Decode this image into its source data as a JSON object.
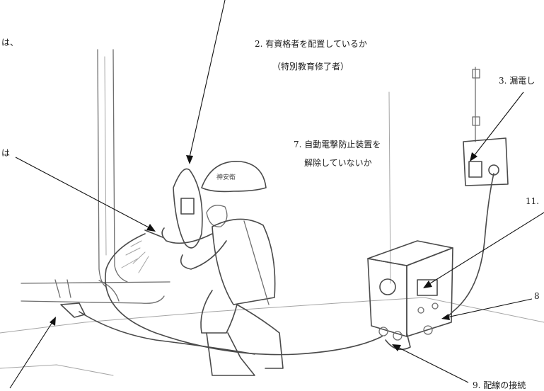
{
  "labels": {
    "cut_top_left": "は、",
    "cut_left_mid": "は",
    "item2_line1": "2. 有資格者を配置しているか",
    "item2_line2": "（特別教育修了者）",
    "item3": "3. 漏電し",
    "item7_line1": "7. 自動電撃防止装置を",
    "item7_line2": "解除していないか",
    "item11": "11.",
    "item8": "8",
    "item9": "9. 配線の接続"
  },
  "helmet_text": "神安衛",
  "colors": {
    "ink": "#1a1a1a",
    "pencil": "#6e6e6e",
    "arrow": "#111111",
    "background": "#ffffff"
  }
}
